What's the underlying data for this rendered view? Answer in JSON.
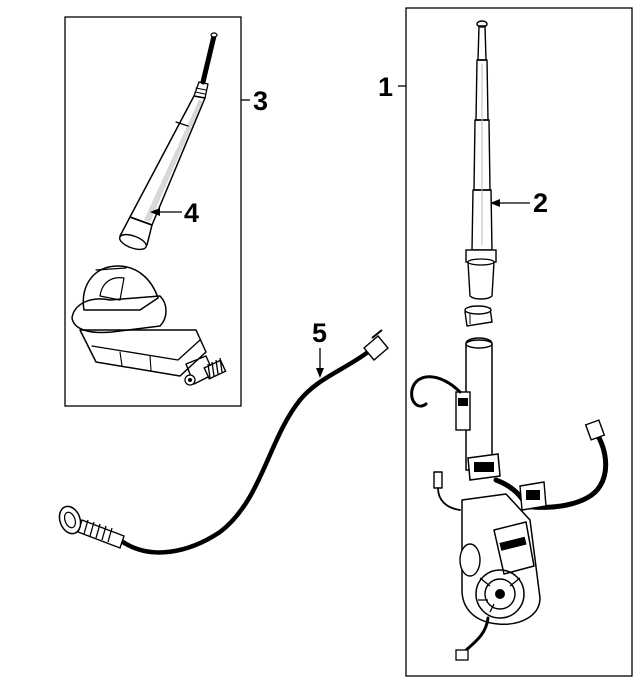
{
  "callouts": [
    {
      "id": "1",
      "label": "1",
      "part": "power-antenna-assembly"
    },
    {
      "id": "2",
      "label": "2",
      "part": "antenna-mast"
    },
    {
      "id": "3",
      "label": "3",
      "part": "fixed-antenna-assembly"
    },
    {
      "id": "4",
      "label": "4",
      "part": "antenna-rod"
    },
    {
      "id": "5",
      "label": "5",
      "part": "antenna-cable"
    }
  ]
}
